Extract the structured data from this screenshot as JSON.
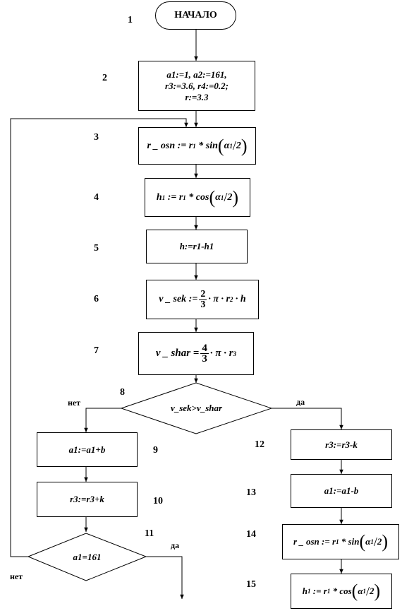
{
  "start": "НАЧАЛО",
  "numbers": [
    "1",
    "2",
    "3",
    "4",
    "5",
    "6",
    "7",
    "8",
    "9",
    "10",
    "11",
    "12",
    "13",
    "14",
    "15"
  ],
  "init": {
    "line1": "a1:=1, a2:=161,",
    "line2": "r3:=3.6, r4:=0.2;",
    "line3": "r:=3.3"
  },
  "step3": {
    "lhs": "r _ osn",
    "op": ":= r",
    "sub": "1",
    "mul": "* sin",
    "num": "α",
    "num_sub": "1",
    "den": "2"
  },
  "step4": {
    "lhs": "h",
    "lhs_sub": "1",
    "op": ":= r",
    "sub": "1",
    "mul": "* cos",
    "num": "α",
    "num_sub": "1",
    "den": "2"
  },
  "step5": "h:=r1-h1",
  "step6": {
    "lhs": "v _ sek :=",
    "num": "2",
    "den": "3",
    "rest": "· π · r",
    "pow": "2",
    "tail": "· h"
  },
  "step7": {
    "lhs": "v _ shar =",
    "num": "4",
    "den": "3",
    "rest": "· π · r",
    "pow": "3"
  },
  "decision8": "v_sek>v_shar",
  "step9": "a1:=a1+b",
  "step10": "r3:=r3+k",
  "decision11": "a1=161",
  "step12": "r3:=r3-k",
  "step13": "a1:=a1-b",
  "labels": {
    "no": "нет",
    "yes": "да"
  }
}
